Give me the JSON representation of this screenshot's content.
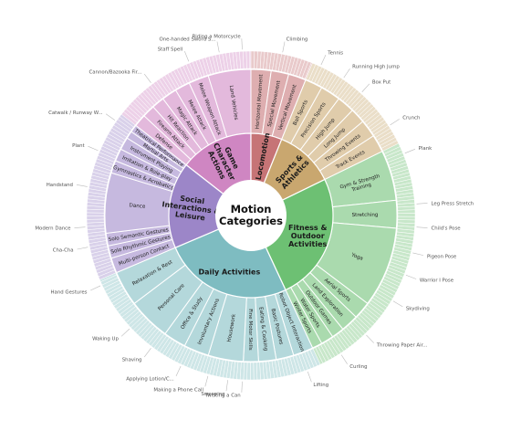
{
  "chart_data": {
    "type": "sunburst",
    "center_label": "Motion\nCategories",
    "colors": {
      "Game Character Actions": "#cf86c2",
      "Locomotion": "#c67476",
      "Sports & Athletics": "#c9a76f",
      "Fitness & Outdoor Activities": "#6dc073",
      "Daily Activities": "#7ebcc1",
      "Social Interactions & Leisure": "#9c86c8"
    },
    "categories": [
      {
        "name": "Game Character Actions",
        "label": "Game\nCharacter\nActions",
        "start_deg": -52,
        "end_deg": 0,
        "sub": [
          {
            "label": "Defense",
            "start": -52,
            "end": -47
          },
          {
            "label": "Firearm Attack",
            "start": -47,
            "end": -42
          },
          {
            "label": "Hit Reaction",
            "start": -42,
            "end": -37
          },
          {
            "label": "Magic Attack",
            "start": -37,
            "end": -31
          },
          {
            "label": "Melee Attack",
            "start": -31,
            "end": -25
          },
          {
            "label": "Melee Weapon Attack",
            "start": -25,
            "end": -17
          },
          {
            "label": "Land Vehicles",
            "start": -17,
            "end": 0
          }
        ]
      },
      {
        "name": "Locomotion",
        "label": "Locomotion",
        "start_deg": 0,
        "end_deg": 22,
        "sub": [
          {
            "label": "Horizontal Movement",
            "start": 0,
            "end": 8
          },
          {
            "label": "Special Movement",
            "start": 8,
            "end": 15
          },
          {
            "label": "Vertical Movement",
            "start": 15,
            "end": 22
          }
        ]
      },
      {
        "name": "Sports & Athletics",
        "label": "Sports &\nAthletics",
        "start_deg": 22,
        "end_deg": 64,
        "sub": [
          {
            "label": "Ball Sports",
            "start": 22,
            "end": 29
          },
          {
            "label": "Precision Sports",
            "start": 29,
            "end": 37
          },
          {
            "label": "High Jump",
            "start": 37,
            "end": 44
          },
          {
            "label": "Long Jump",
            "start": 44,
            "end": 50
          },
          {
            "label": "Throwing Events",
            "start": 50,
            "end": 57
          },
          {
            "label": "Track Events",
            "start": 57,
            "end": 64
          }
        ]
      },
      {
        "name": "Fitness & Outdoor Activities",
        "label": "Fitness &\nOutdoor\nActivities",
        "start_deg": 64,
        "end_deg": 155,
        "sub": [
          {
            "label": "Gym & Strength\nTraining",
            "start": 64,
            "end": 84
          },
          {
            "label": "Stretching",
            "start": 84,
            "end": 95
          },
          {
            "label": "Yoga",
            "start": 95,
            "end": 127
          },
          {
            "label": "Aerial Sports",
            "start": 127,
            "end": 134
          },
          {
            "label": "Land Exploration",
            "start": 134,
            "end": 141
          },
          {
            "label": "Outdoor Games",
            "start": 141,
            "end": 146
          },
          {
            "label": "Water Sports",
            "start": 146,
            "end": 151
          },
          {
            "label": "Winter Sports",
            "start": 151,
            "end": 155
          }
        ]
      },
      {
        "name": "Daily Activities",
        "label": "Daily Activities",
        "start_deg": 155,
        "end_deg": 247,
        "sub": [
          {
            "label": "Robot Object Interaction",
            "start": 155,
            "end": 163
          },
          {
            "label": "Basic Postures",
            "start": 163,
            "end": 170
          },
          {
            "label": "Eating & Cooking",
            "start": 170,
            "end": 177
          },
          {
            "label": "Fine Motor Skills",
            "start": 177,
            "end": 183
          },
          {
            "label": "Housework",
            "start": 183,
            "end": 197
          },
          {
            "label": "Involuntary Actions",
            "start": 197,
            "end": 207
          },
          {
            "label": "Office & Study",
            "start": 207,
            "end": 216
          },
          {
            "label": "Personal Care",
            "start": 216,
            "end": 233
          },
          {
            "label": "Relaxation & Rest",
            "start": 233,
            "end": 247
          }
        ]
      },
      {
        "name": "Social Interactions & Leisure",
        "label": "Social\nInteractions &\nLeisure",
        "start_deg": 247,
        "end_deg": 308,
        "sub": [
          {
            "label": "Multi-person Contact",
            "start": 247,
            "end": 253
          },
          {
            "label": "Solo Rhythmic Gestures",
            "start": 253,
            "end": 258
          },
          {
            "label": "Solo Semantic Gestures",
            "start": 258,
            "end": 263
          },
          {
            "label": "Dance",
            "start": 263,
            "end": 287
          },
          {
            "label": "Gymnastics & Acrobatics",
            "start": 287,
            "end": 292
          },
          {
            "label": "Imitation & Role-play",
            "start": 292,
            "end": 297
          },
          {
            "label": "Instrument Playing",
            "start": 297,
            "end": 302
          },
          {
            "label": "Martial Arts",
            "start": 302,
            "end": 305
          },
          {
            "label": "Theatrical Performance",
            "start": 305,
            "end": 308
          }
        ]
      }
    ],
    "outer_labels": [
      {
        "text": "Riding a Motorcycle",
        "deg": -3
      },
      {
        "text": "One-handed Sword S...",
        "deg": -11
      },
      {
        "text": "Staff Spell",
        "deg": -22
      },
      {
        "text": "Cannon/Bazooka Fir...",
        "deg": -37
      },
      {
        "text": "Catwalk / Runway W...",
        "deg": -55
      },
      {
        "text": "Plant",
        "deg": -67
      },
      {
        "text": "Handstand",
        "deg": -80
      },
      {
        "text": "Modern Dance",
        "deg": -94
      },
      {
        "text": "Cha-Cha",
        "deg": -101
      },
      {
        "text": "Hand Gestures",
        "deg": -115
      },
      {
        "text": "Waking Up",
        "deg": -133
      },
      {
        "text": "Shaving",
        "deg": -143
      },
      {
        "text": "Applying Lotion/C...",
        "deg": -155
      },
      {
        "text": "Making a Phone Call",
        "deg": -165
      },
      {
        "text": "Sweeping",
        "deg": -172
      },
      {
        "text": "Twisting a Can",
        "deg": -177
      },
      {
        "text": "Lifting",
        "deg": 160
      },
      {
        "text": "Curling",
        "deg": 147
      },
      {
        "text": "Throwing Paper Air...",
        "deg": 136
      },
      {
        "text": "Skydiving",
        "deg": 121
      },
      {
        "text": "Warrior I Pose",
        "deg": 111
      },
      {
        "text": "Pigeon Pose",
        "deg": 103
      },
      {
        "text": "Child's Pose",
        "deg": 94
      },
      {
        "text": "Leg Press Stretch",
        "deg": 86
      },
      {
        "text": "Plank",
        "deg": 68
      },
      {
        "text": "Crunch",
        "deg": 57
      },
      {
        "text": "Box Put",
        "deg": 42
      },
      {
        "text": "Running High Jump",
        "deg": 34
      },
      {
        "text": "Tennis",
        "deg": 25
      },
      {
        "text": "Climbing",
        "deg": 11
      }
    ]
  }
}
